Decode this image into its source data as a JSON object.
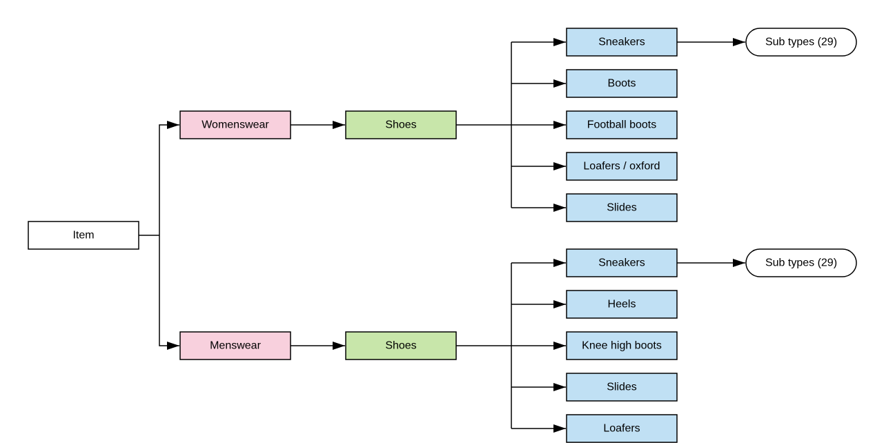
{
  "colors": {
    "root_fill": "#ffffff",
    "category_fill": "#f8d0dd",
    "type_fill": "#c8e6aa",
    "subcategory_fill": "#c0e0f4",
    "subtype_fill": "#ffffff"
  },
  "nodes": {
    "item": "Item",
    "womenswear": "Womenswear",
    "menswear": "Menswear",
    "w_shoes": "Shoes",
    "m_shoes": "Shoes",
    "w_sneakers": "Sneakers",
    "w_boots": "Boots",
    "w_football_boots": "Football boots",
    "w_loafers_oxford": "Loafers / oxford",
    "w_slides": "Slides",
    "m_sneakers": "Sneakers",
    "m_heels": "Heels",
    "m_knee_high_boots": "Knee high boots",
    "m_slides": "Slides",
    "m_loafers": "Loafers",
    "w_subtypes": "Sub types (29)",
    "m_subtypes": "Sub types (29)"
  }
}
